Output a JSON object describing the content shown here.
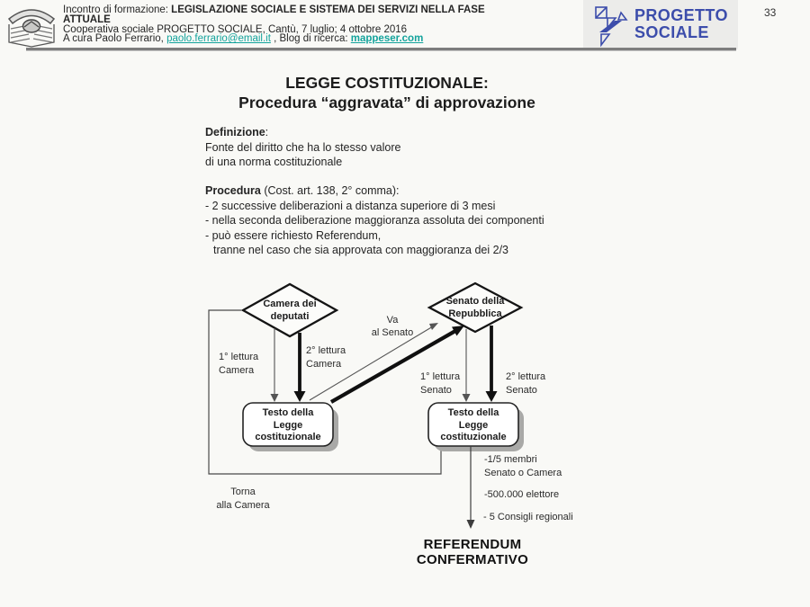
{
  "page_number": "33",
  "header": {
    "line1_prefix": "Incontro di formazione: ",
    "line1_bold": "LEGISLAZIONE SOCIALE E SISTEMA DEI SERVIZI NELLA FASE",
    "line2_bold": "ATTUALE",
    "line3": "Cooperativa sociale PROGETTO SOCIALE, Cantù, 7 luglio; 4 ottobre 2016",
    "line4_prefix": "A cura Paolo Ferrario, ",
    "email_link": "paolo.ferrario@email.it",
    "line4_mid": " , Blog di ricerca: ",
    "blog_link": "mappeser.com",
    "logo_line1": "PROGETTO",
    "logo_line2": "SOCIALE",
    "link_color": "#13a39c",
    "logo_color": "#3c4dab"
  },
  "slide": {
    "title_line1": "LEGGE COSTITUZIONALE:",
    "title_line2": "Procedura “aggravata” di approvazione",
    "definizione": {
      "label": "Definizione",
      "rest": ":",
      "line1": "Fonte del diritto che ha lo stesso valore",
      "line2": "di una norma costituzionale"
    },
    "procedura": {
      "label": "Procedura",
      "rest": " (Cost. art. 138, 2° comma):",
      "lines": [
        "- 2 successive deliberazioni a distanza superiore di 3 mesi",
        "- nella seconda deliberazione maggioranza assoluta dei componenti",
        "- può essere richiesto Referendum,"
      ],
      "continuation": "tranne nel caso che sia approvata con maggioranza dei 2/3"
    }
  },
  "diagram": {
    "camera_diamond": "Camera dei\ndeputati",
    "senato_diamond": "Senato della\nRepubblica",
    "va_al_senato": "Va\nal Senato",
    "lettura1_camera": "1° lettura\nCamera",
    "lettura2_camera": "2° lettura\nCamera",
    "lettura1_senato": "1° lettura\nSenato",
    "lettura2_senato": "2° lettura\nSenato",
    "testo_box": "Testo della\nLegge\ncostituzionale",
    "torna": "Torna\nalla Camera",
    "sources": [
      "-1/5 membri\nSenato o Camera",
      "-500.000 elettore",
      "- 5 Consigli regionali"
    ],
    "referendum": "REFERENDUM\nCONFERMATIVO"
  }
}
